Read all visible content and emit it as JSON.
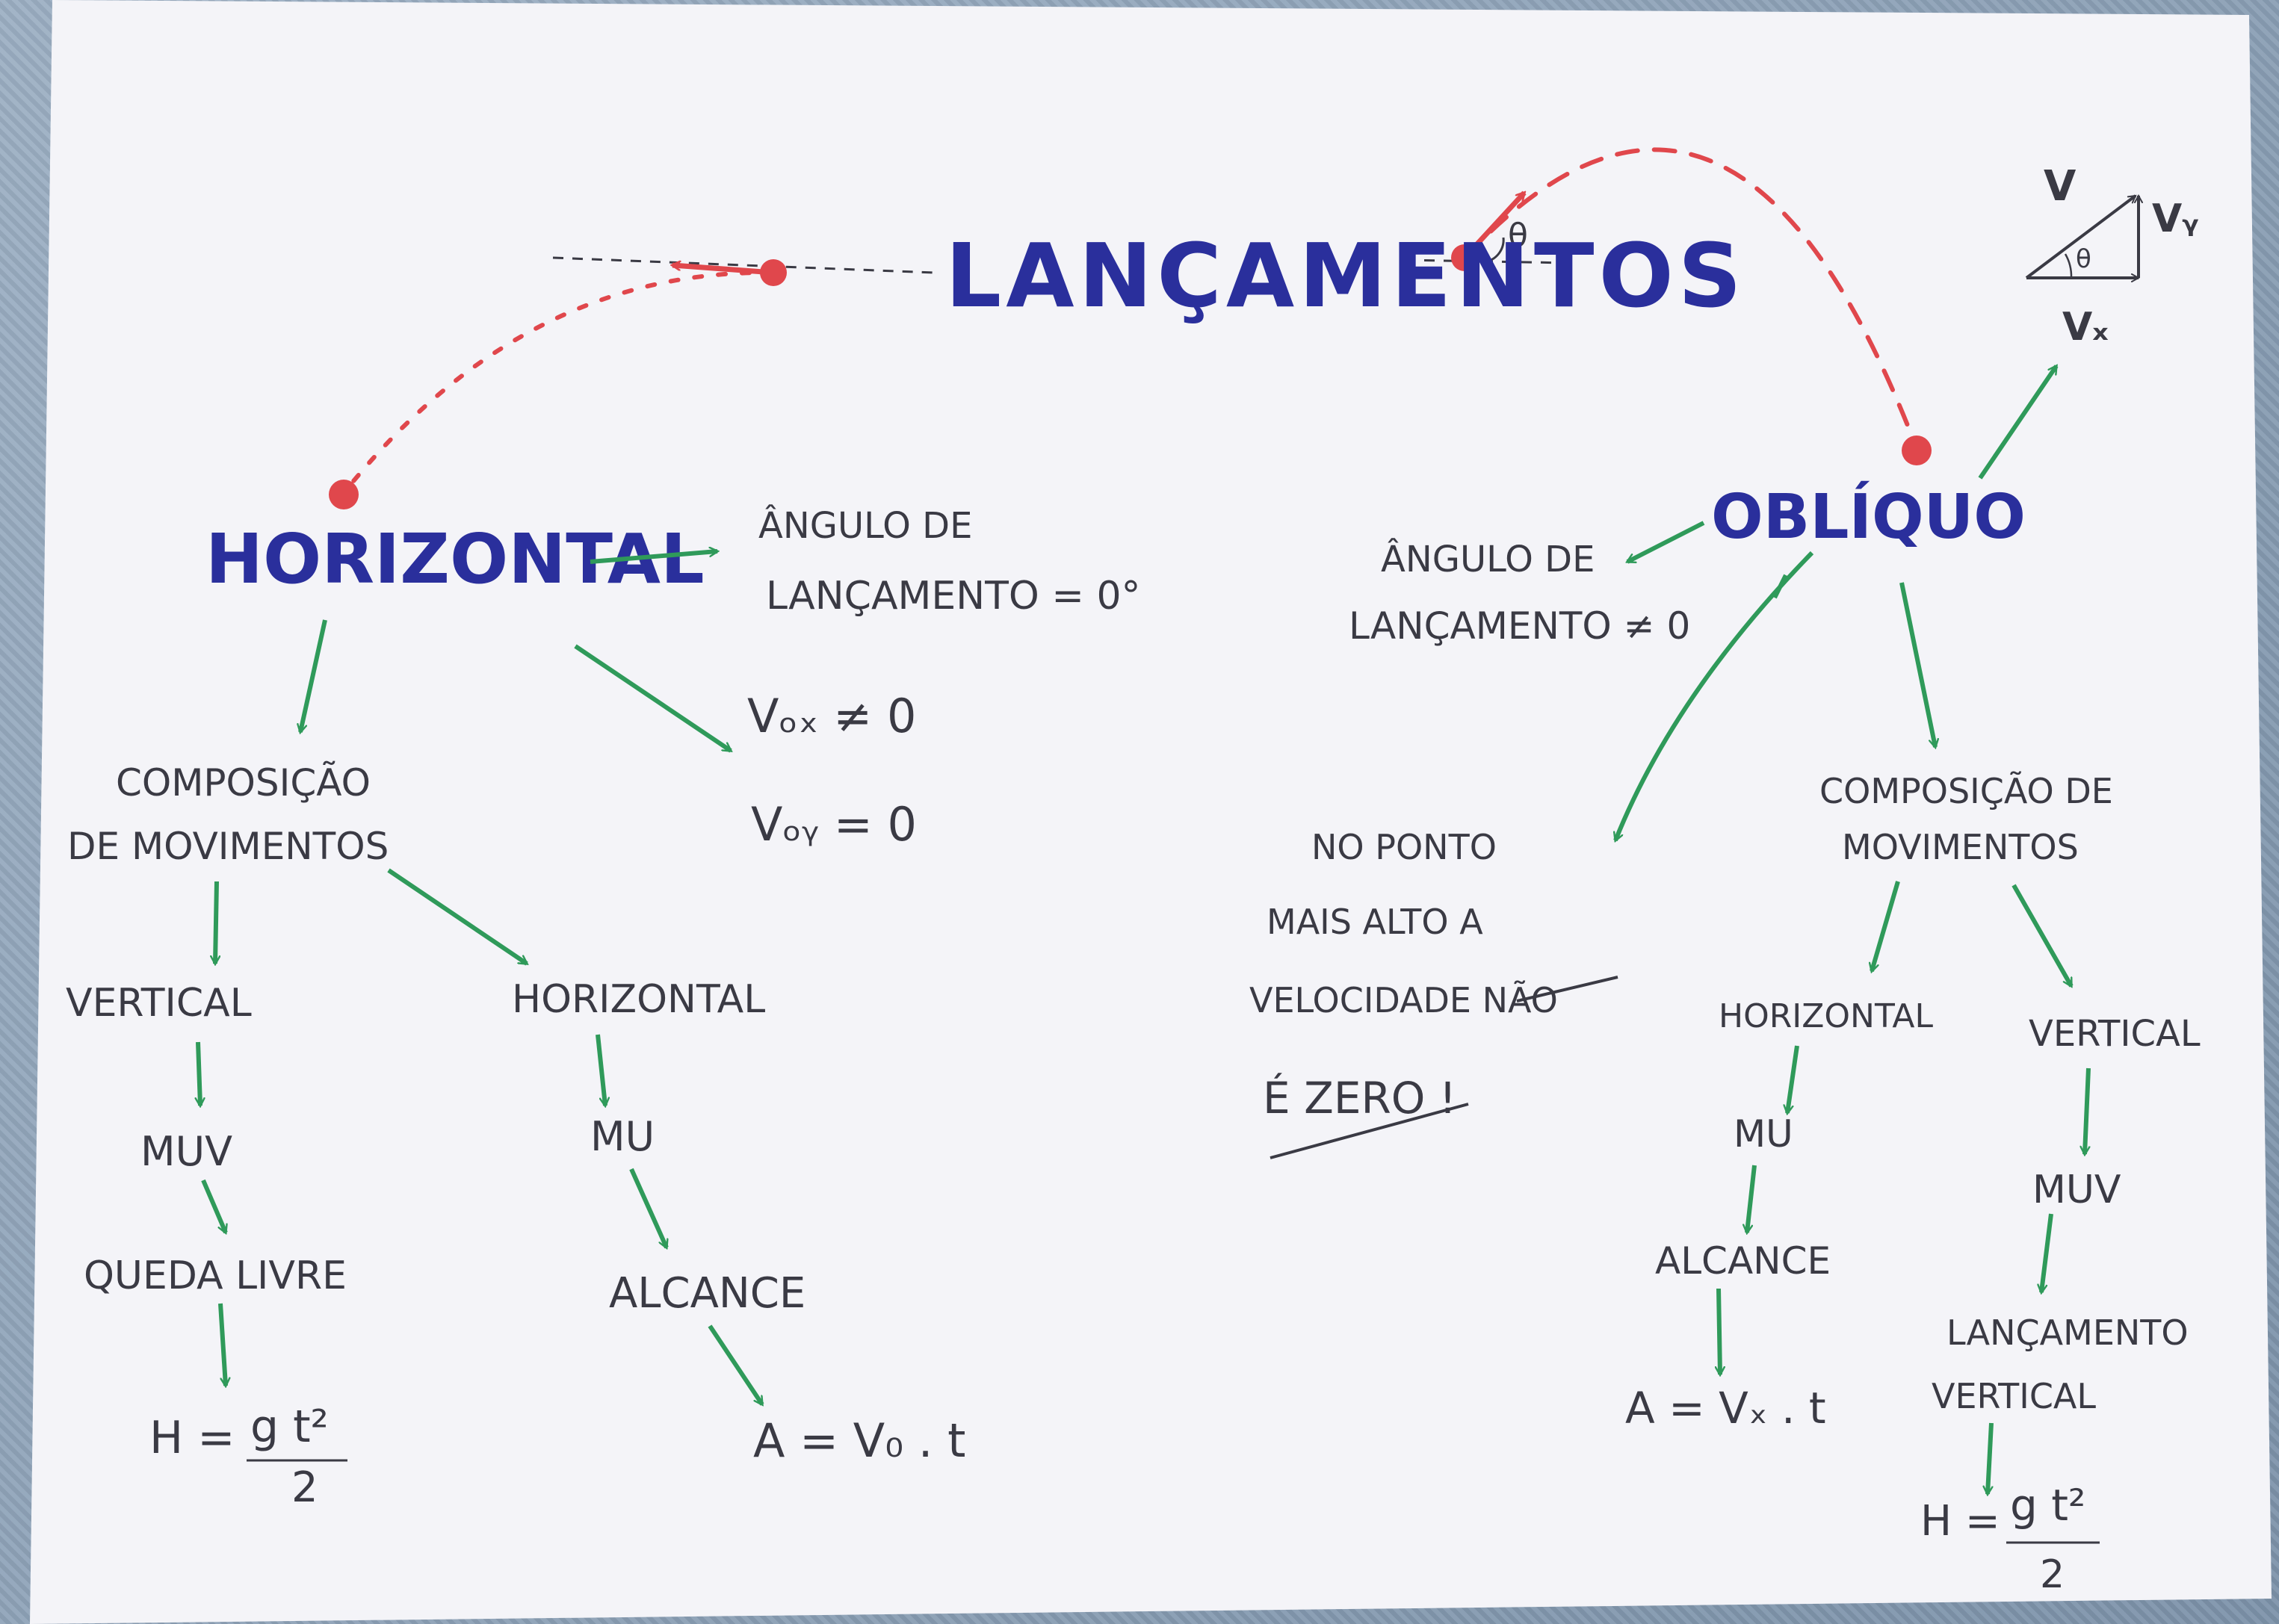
{
  "colors": {
    "title": "#2a2f9c",
    "ink": "#3a3a44",
    "arrow": "#2f9a5a",
    "trajectory": "#e0474c",
    "paper": "#f4f4f8"
  },
  "title": "LANÇAMENTOS",
  "horizontal": {
    "label": "HORIZONTAL",
    "angle_line1": "ÂNGULO DE",
    "angle_line2": "LANÇAMENTO = 0°",
    "vox": "Vₒₓ ≠ 0",
    "voy": "Vₒᵧ = 0",
    "comp_line1": "COMPOSIÇÃO",
    "comp_line2": "DE MOVIMENTOS",
    "vertical": "VERTICAL",
    "muv": "MUV",
    "queda": "QUEDA LIVRE",
    "h_formula": {
      "h": "H =",
      "num": "g t²",
      "den": "2"
    },
    "horiz": "HORIZONTAL",
    "mu": "MU",
    "alcance": "ALCANCE",
    "a_formula": "A = V₀ . t"
  },
  "obliquo": {
    "label": "OBLÍQUO",
    "angle_line1": "ÂNGULO DE",
    "angle_line2": "LANÇAMENTO ≠ 0",
    "note_line1": "NO PONTO",
    "note_line2": "MAIS ALTO A",
    "note_line3": "VELOCIDADE NÃO",
    "note_line4": "É ZERO !",
    "comp_line1": "COMPOSIÇÃO DE",
    "comp_line2": "MOVIMENTOS",
    "horiz": "HORIZONTAL",
    "mu": "MU",
    "alcance": "ALCANCE",
    "a_formula": "A = Vₓ . t",
    "vertical": "VERTICAL",
    "muv": "MUV",
    "lanc_line1": "LANÇAMENTO",
    "lanc_line2": "VERTICAL",
    "h_formula": {
      "h": "H =",
      "num": "g t²",
      "den": "2"
    }
  },
  "vector": {
    "v": "V",
    "vy": "Vᵧ",
    "vx": "Vₓ",
    "theta": "θ"
  },
  "theta_label": "θ"
}
